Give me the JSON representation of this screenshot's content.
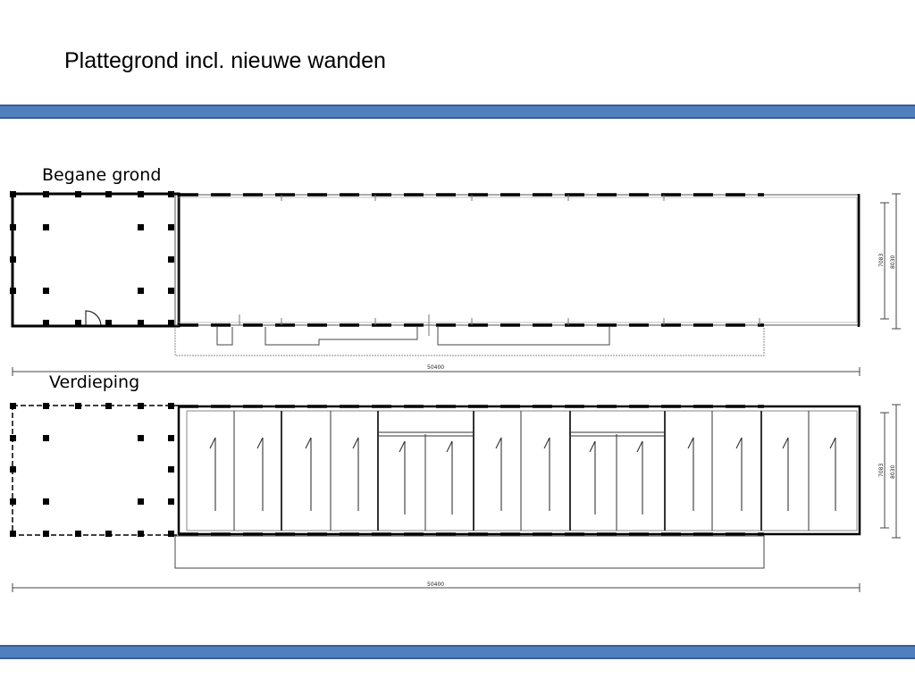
{
  "slide": {
    "title": "Plattegrond incl. nieuwe wanden",
    "band_color": "#4f7fbf"
  },
  "ground_floor": {
    "label": "Begane grond",
    "width_dimension": "50400",
    "inner_dimension": "7083",
    "outer_dimension": "8030"
  },
  "upper_floor": {
    "label": "Verdieping",
    "width_dimension": "50400",
    "inner_dimension": "7083",
    "outer_dimension": "8030"
  }
}
